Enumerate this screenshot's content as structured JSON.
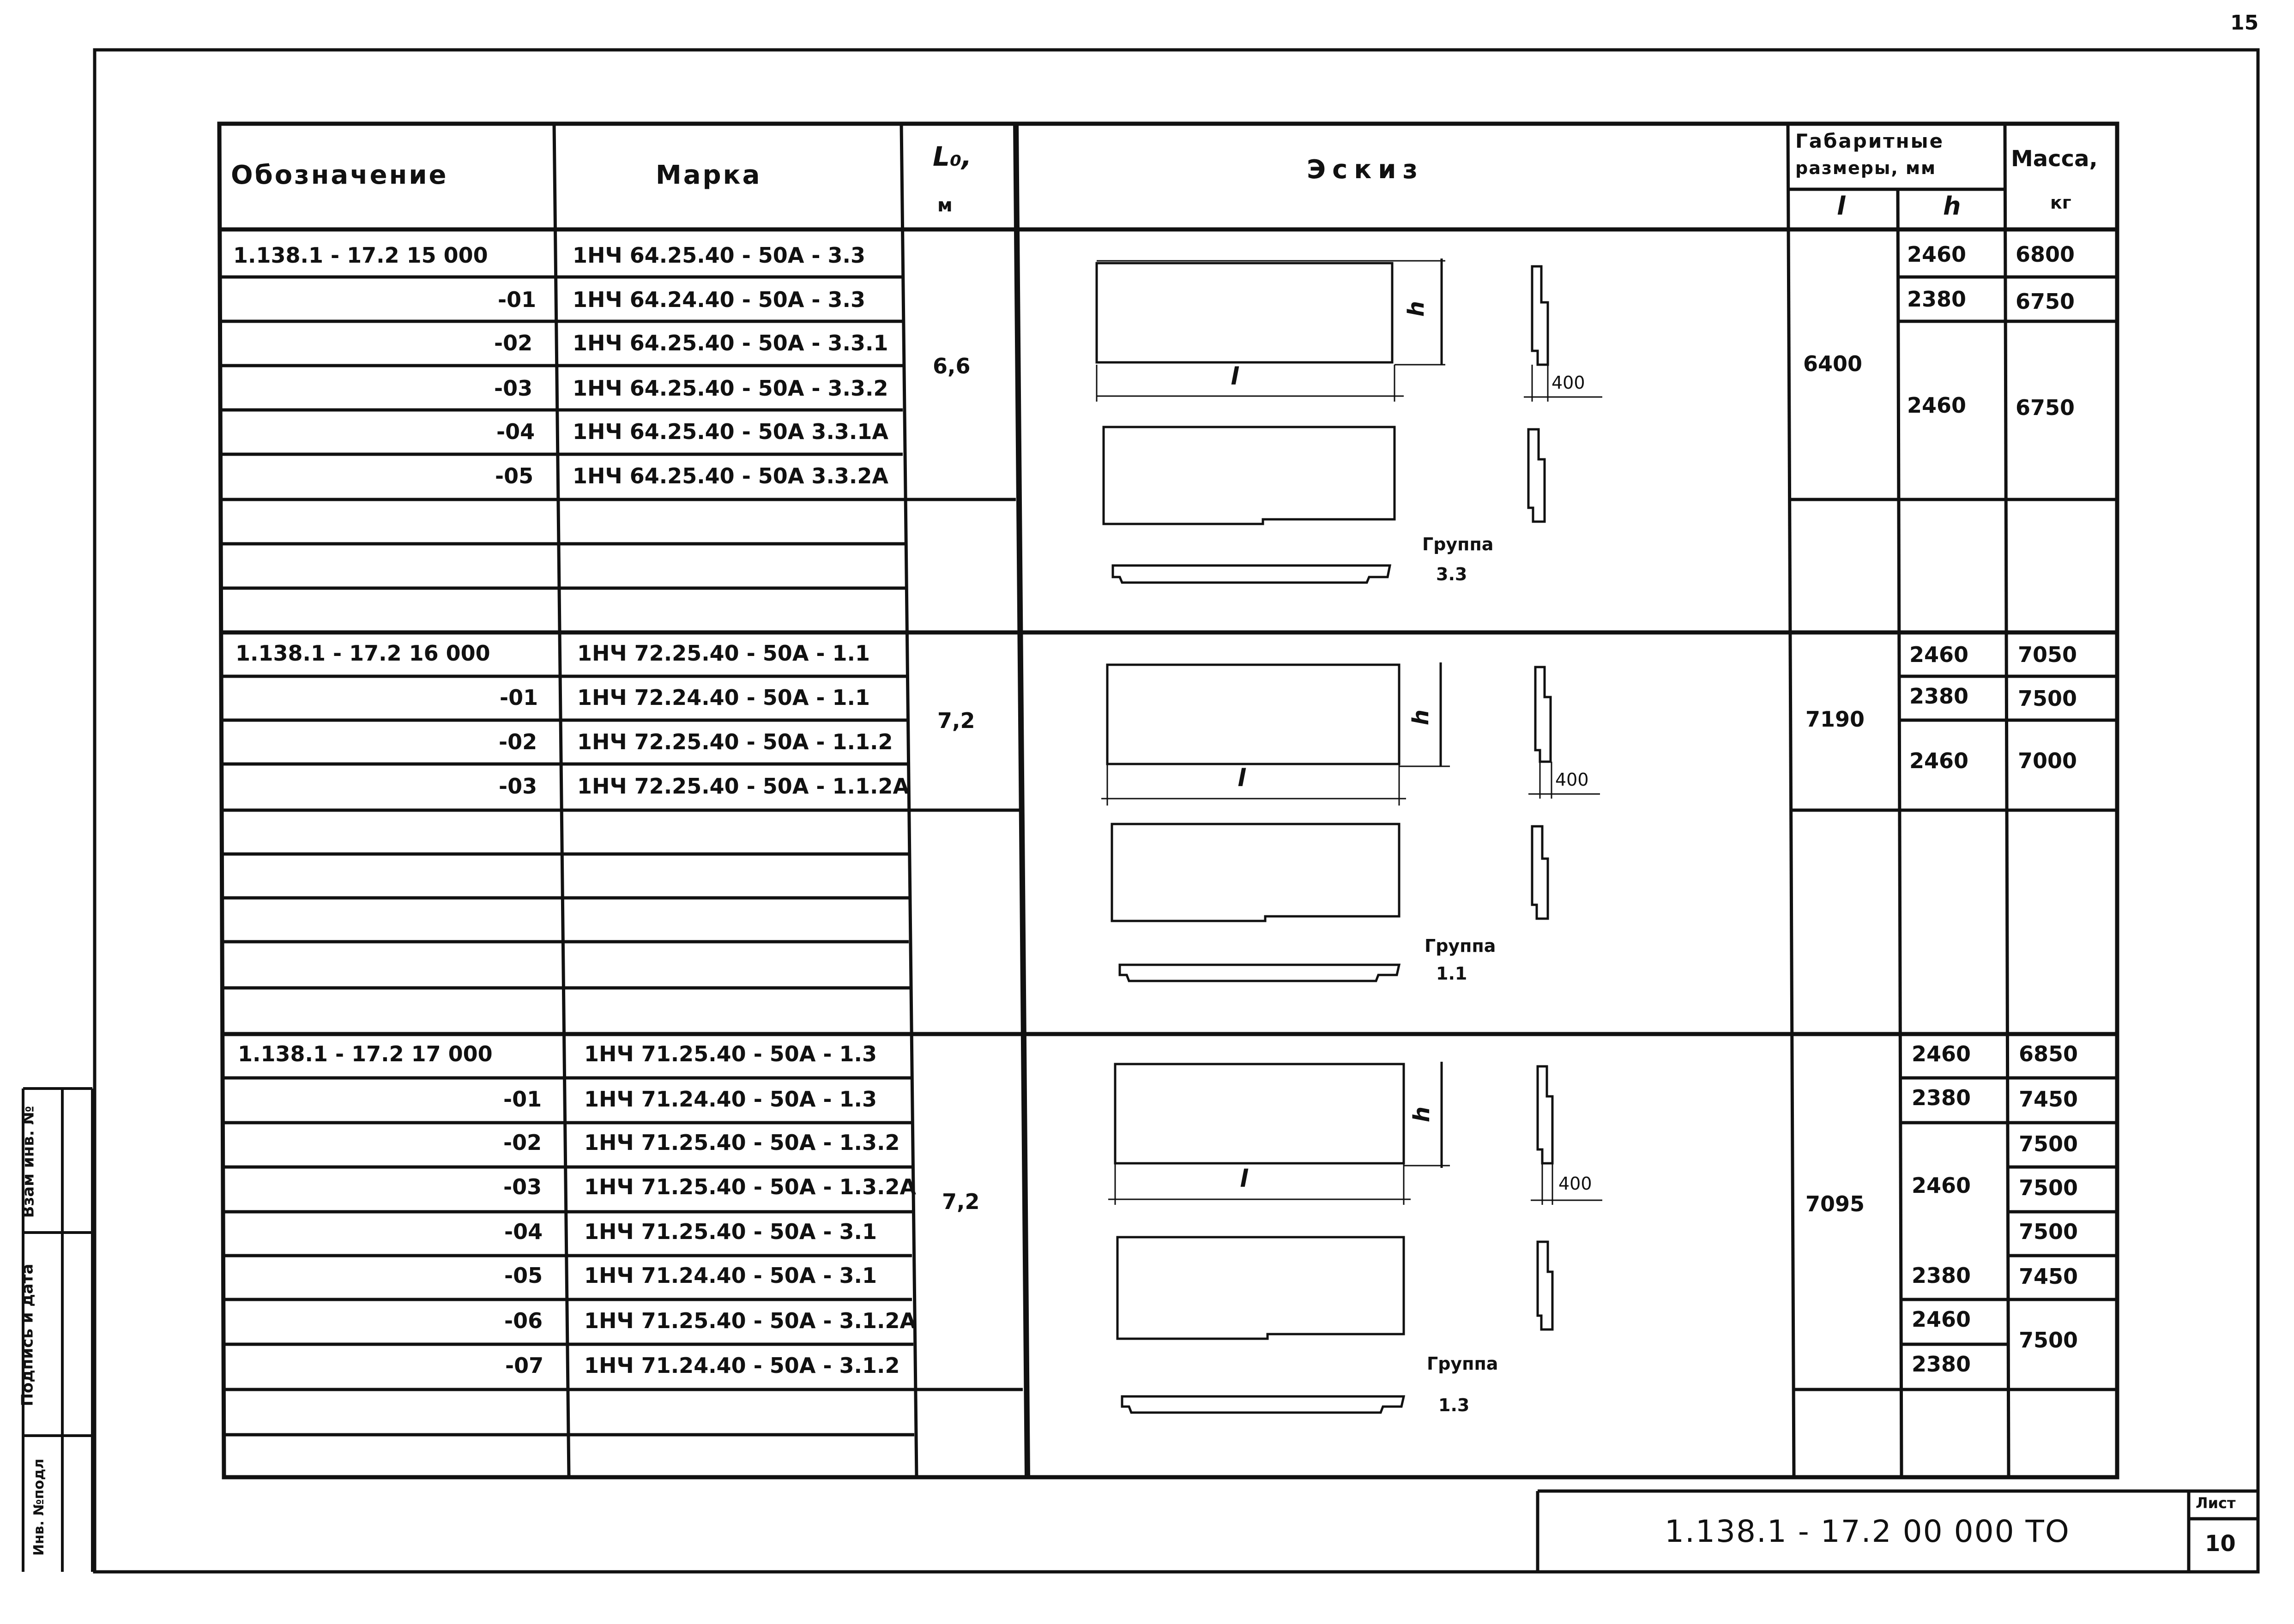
{
  "page_number": "15",
  "headers": {
    "designation": "Обозначение",
    "mark": "Марка",
    "length": "L₀,",
    "length_unit": "м",
    "sketch": "Эскиз",
    "overall_dims": "Габаритные",
    "overall_dims2": "размеры, мм",
    "l": "l",
    "h": "h",
    "mass": "Масса,",
    "mass_unit": "кг"
  },
  "groups": [
    {
      "rows": [
        {
          "designation": "1.138.1 - 17.2   15 000",
          "mark": "1НЧ 64.25.40 - 50А - 3.3"
        },
        {
          "designation": "-01",
          "mark": "1НЧ 64.24.40 - 50А - 3.3"
        },
        {
          "designation": "-02",
          "mark": "1НЧ 64.25.40 - 50А - 3.3.1"
        },
        {
          "designation": "-03",
          "mark": "1НЧ 64.25.40 - 50А - 3.3.2"
        },
        {
          "designation": "-04",
          "mark": "1НЧ 64.25.40 - 50А  3.3.1А"
        },
        {
          "designation": "-05",
          "mark": "1НЧ 64.25.40 - 50А  3.3.2А"
        }
      ],
      "length": "6,6",
      "l": "6400",
      "h": [
        "2460",
        "2380",
        "2460"
      ],
      "mass": [
        "6800",
        "6750",
        "6750"
      ],
      "sketch_label": "Группа",
      "sketch_group": "3.3",
      "dim": "400"
    },
    {
      "rows": [
        {
          "designation": "1.138.1 - 17.2   16 000",
          "mark": "1НЧ 72.25.40 - 50А - 1.1"
        },
        {
          "designation": "-01",
          "mark": "1НЧ 72.24.40 - 50А - 1.1"
        },
        {
          "designation": "-02",
          "mark": "1НЧ 72.25.40 - 50А - 1.1.2"
        },
        {
          "designation": "-03",
          "mark": "1НЧ 72.25.40 - 50А - 1.1.2А"
        }
      ],
      "length": "7,2",
      "l": "7190",
      "h": [
        "2460",
        "2380",
        "2460"
      ],
      "mass": [
        "7050",
        "7500",
        "7000"
      ],
      "sketch_label": "Группа",
      "sketch_group": "1.1",
      "dim": "400"
    },
    {
      "rows": [
        {
          "designation": "1.138.1 - 17.2   17 000",
          "mark": "1НЧ 71.25.40 - 50А - 1.3"
        },
        {
          "designation": "-01",
          "mark": "1НЧ 71.24.40 - 50А - 1.3"
        },
        {
          "designation": "-02",
          "mark": "1НЧ 71.25.40 - 50А - 1.3.2"
        },
        {
          "designation": "-03",
          "mark": "1НЧ 71.25.40 - 50А - 1.3.2А"
        },
        {
          "designation": "-04",
          "mark": "1НЧ 71.25.40 - 50А - 3.1"
        },
        {
          "designation": "-05",
          "mark": "1НЧ 71.24.40 - 50А - 3.1"
        },
        {
          "designation": "-06",
          "mark": "1НЧ 71.25.40 - 50А - 3.1.2А"
        },
        {
          "designation": "-07",
          "mark": "1НЧ 71.24.40 - 50А - 3.1.2"
        }
      ],
      "length": "7,2",
      "l": "7095",
      "h": [
        "2460",
        "2380",
        "2460",
        "2380",
        "2460",
        "2380"
      ],
      "mass": [
        "6850",
        "7450",
        "7500",
        "7500",
        "7500",
        "7450",
        "7500"
      ],
      "sketch_label": "Группа",
      "sketch_group": "1.3",
      "dim": "400"
    }
  ],
  "sketch_dims": {
    "l": "l",
    "h": "h"
  },
  "side_stamp": {
    "inv": "Взам инв. №",
    "sign": "Подпись и дата",
    "orig": "Инв. №подл"
  },
  "title_block": {
    "code": "1.138.1 - 17.2   00 000 ТО",
    "sheet_label": "Лист",
    "sheet_number": "10"
  }
}
